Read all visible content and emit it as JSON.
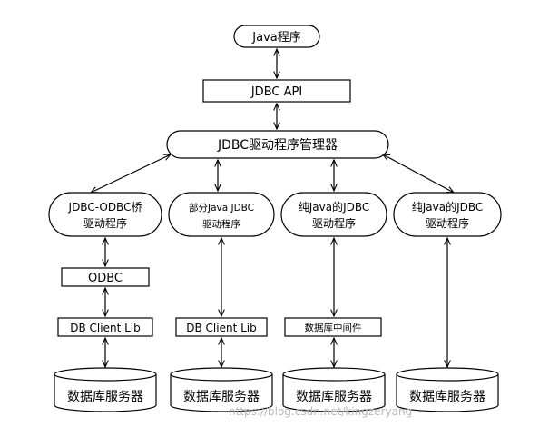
{
  "top": {
    "java_program": "Java程序",
    "jdbc_api": "JDBC API",
    "driver_manager": "JDBC驱动程序管理器"
  },
  "drivers": [
    {
      "line1": "JDBC-ODBC桥",
      "line2": "驱动程序"
    },
    {
      "line1": "部分Java JDBC",
      "line2": "驱动程序"
    },
    {
      "line1": "纯Java的JDBC",
      "line2": "驱动程序"
    },
    {
      "line1": "纯Java的JDBC",
      "line2": "驱动程序"
    }
  ],
  "middle": {
    "odbc": "ODBC",
    "db_client_lib_1": "DB Client Lib",
    "db_client_lib_2": "DB Client Lib",
    "db_middleware": "数据库中间件"
  },
  "servers": [
    "数据库服务器",
    "数据库服务器",
    "数据库服务器",
    "数据库服务器"
  ],
  "watermark": "https://blog.csdn.net/kingzeryang"
}
